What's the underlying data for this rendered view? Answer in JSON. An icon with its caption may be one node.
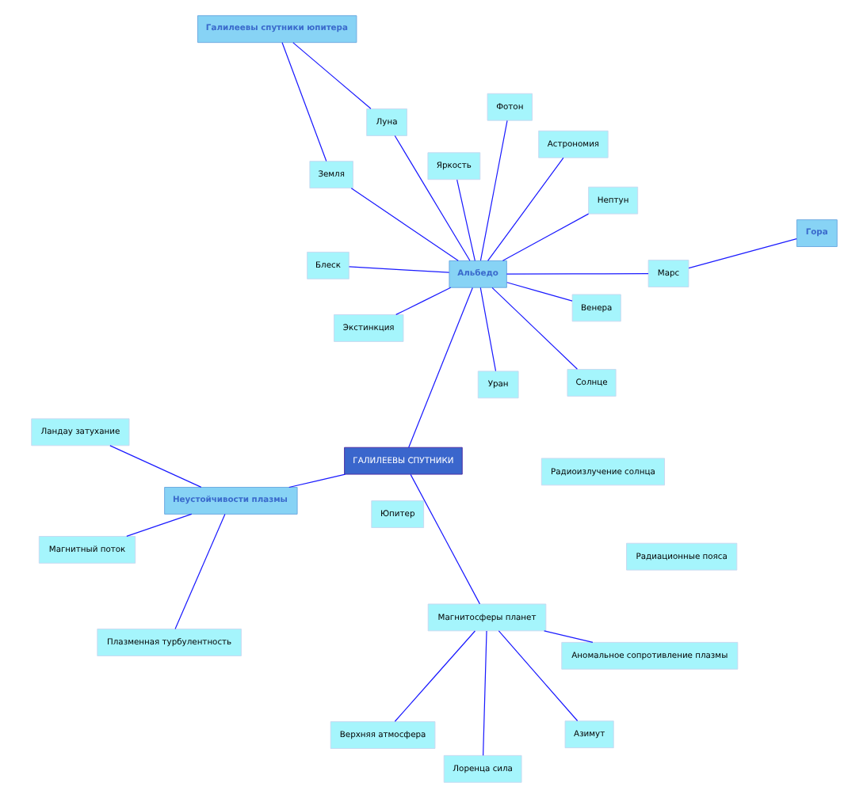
{
  "diagram": {
    "nodes": [
      {
        "text": [
          "Верхняя атмосфера"
        ]
      },
      {
        "text": [
          "Аномальное сопротивление плазмы"
        ]
      },
      {
        "text": [
          "Плазменная турбулентность"
        ]
      },
      {
        "text": [
          "Ландау затухание"
        ]
      },
      {
        "text": [
          "Азимут"
        ]
      },
      {
        "text": [
          "Магнитный поток"
        ]
      },
      {
        "text": [
          "Радиационные пояса"
        ]
      },
      {
        "text": [
          "Магнитосферы планет"
        ]
      },
      {
        "text": [
          "Неустойчивости плазмы"
        ]
      },
      {
        "text": [
          "Радиоизлучение солнца"
        ]
      },
      {
        "text": [
          "Лоренца сила"
        ]
      },
      {
        "text": [
          "ГАЛИЛЕЕВЫ СПУТНИКИ"
        ]
      },
      {
        "text": [
          "Гора"
        ]
      },
      {
        "text": [
          "Галилеевы спутники юпитера"
        ]
      },
      {
        "text": [
          "Юпитер"
        ]
      },
      {
        "text": [
          "Марс"
        ]
      },
      {
        "text": [
          "Венера"
        ]
      },
      {
        "text": [
          "Луна"
        ]
      },
      {
        "text": [
          "Солнце"
        ]
      },
      {
        "text": [
          "Альбедо"
        ]
      },
      {
        "text": [
          "Земля"
        ]
      },
      {
        "text": [
          "Блеск"
        ]
      },
      {
        "text": [
          "Яркость"
        ]
      },
      {
        "text": [
          "Уран"
        ]
      },
      {
        "text": [
          "Экстинкция"
        ]
      },
      {
        "text": [
          "Астрономия"
        ]
      },
      {
        "text": [
          "Нептун"
        ]
      },
      {
        "text": [
          "Фотон"
        ]
      }
    ],
    "edges": [
      {
        "from": 11,
        "to": 7,
        "arrow": "none"
      },
      {
        "from": 11,
        "to": 8,
        "arrow": "none"
      },
      {
        "from": 11,
        "to": 19,
        "arrow": "none"
      },
      {
        "from": 7,
        "to": 0,
        "arrow": "none"
      },
      {
        "from": 7,
        "to": 1,
        "arrow": "none"
      },
      {
        "from": 7,
        "to": 4,
        "arrow": "none"
      },
      {
        "from": 7,
        "to": 10,
        "arrow": "none"
      },
      {
        "from": 8,
        "to": 2,
        "arrow": "none"
      },
      {
        "from": 8,
        "to": 3,
        "arrow": "none"
      },
      {
        "from": 8,
        "to": 5,
        "arrow": "none"
      },
      {
        "from": 12,
        "to": 15,
        "arrow": "none"
      },
      {
        "from": 13,
        "to": 17,
        "arrow": "none"
      },
      {
        "from": 13,
        "to": 20,
        "arrow": "none"
      },
      {
        "from": 19,
        "to": 15,
        "arrow": "none"
      },
      {
        "from": 19,
        "to": 18,
        "arrow": "none"
      },
      {
        "from": 19,
        "to": 16,
        "arrow": "none"
      },
      {
        "from": 19,
        "to": 17,
        "arrow": "none"
      },
      {
        "from": 19,
        "to": 20,
        "arrow": "none"
      },
      {
        "from": 19,
        "to": 21,
        "arrow": "none"
      },
      {
        "from": 19,
        "to": 22,
        "arrow": "none"
      },
      {
        "from": 19,
        "to": 23,
        "arrow": "none"
      },
      {
        "from": 19,
        "to": 24,
        "arrow": "none"
      },
      {
        "from": 19,
        "to": 25,
        "arrow": "none"
      },
      {
        "from": 19,
        "to": 26,
        "arrow": "none"
      },
      {
        "from": 19,
        "to": 27,
        "arrow": "none"
      }
    ]
  }
}
